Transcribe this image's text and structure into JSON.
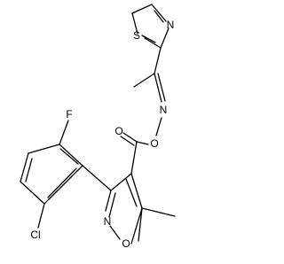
{
  "molecule": {
    "atoms": {
      "s": "S",
      "n_thiazole": "N",
      "n_oxime": "N",
      "o_ester_link": "O",
      "o_carbonyl": "O",
      "f": "F",
      "cl": "Cl",
      "n_isoxazole": "N",
      "o_isoxazole": "O"
    }
  }
}
